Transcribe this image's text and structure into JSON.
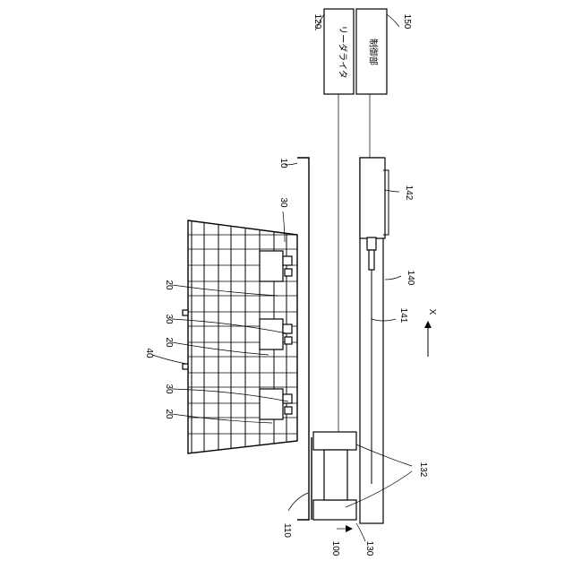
{
  "boxes": {
    "reader_writer": "リーダライタ",
    "controller": "制御部"
  },
  "labels": {
    "ref_120": "120",
    "ref_150": "150",
    "ref_10": "10",
    "ref_30_top": "30",
    "ref_142": "142",
    "ref_20_a": "20",
    "ref_140": "140",
    "ref_30_mid": "30",
    "ref_x": "X",
    "ref_20_b": "20",
    "ref_141": "141",
    "ref_40": "40",
    "ref_30_low": "30",
    "ref_20_c": "20",
    "ref_132": "132",
    "ref_110": "110",
    "ref_100": "100",
    "ref_130": "130"
  }
}
